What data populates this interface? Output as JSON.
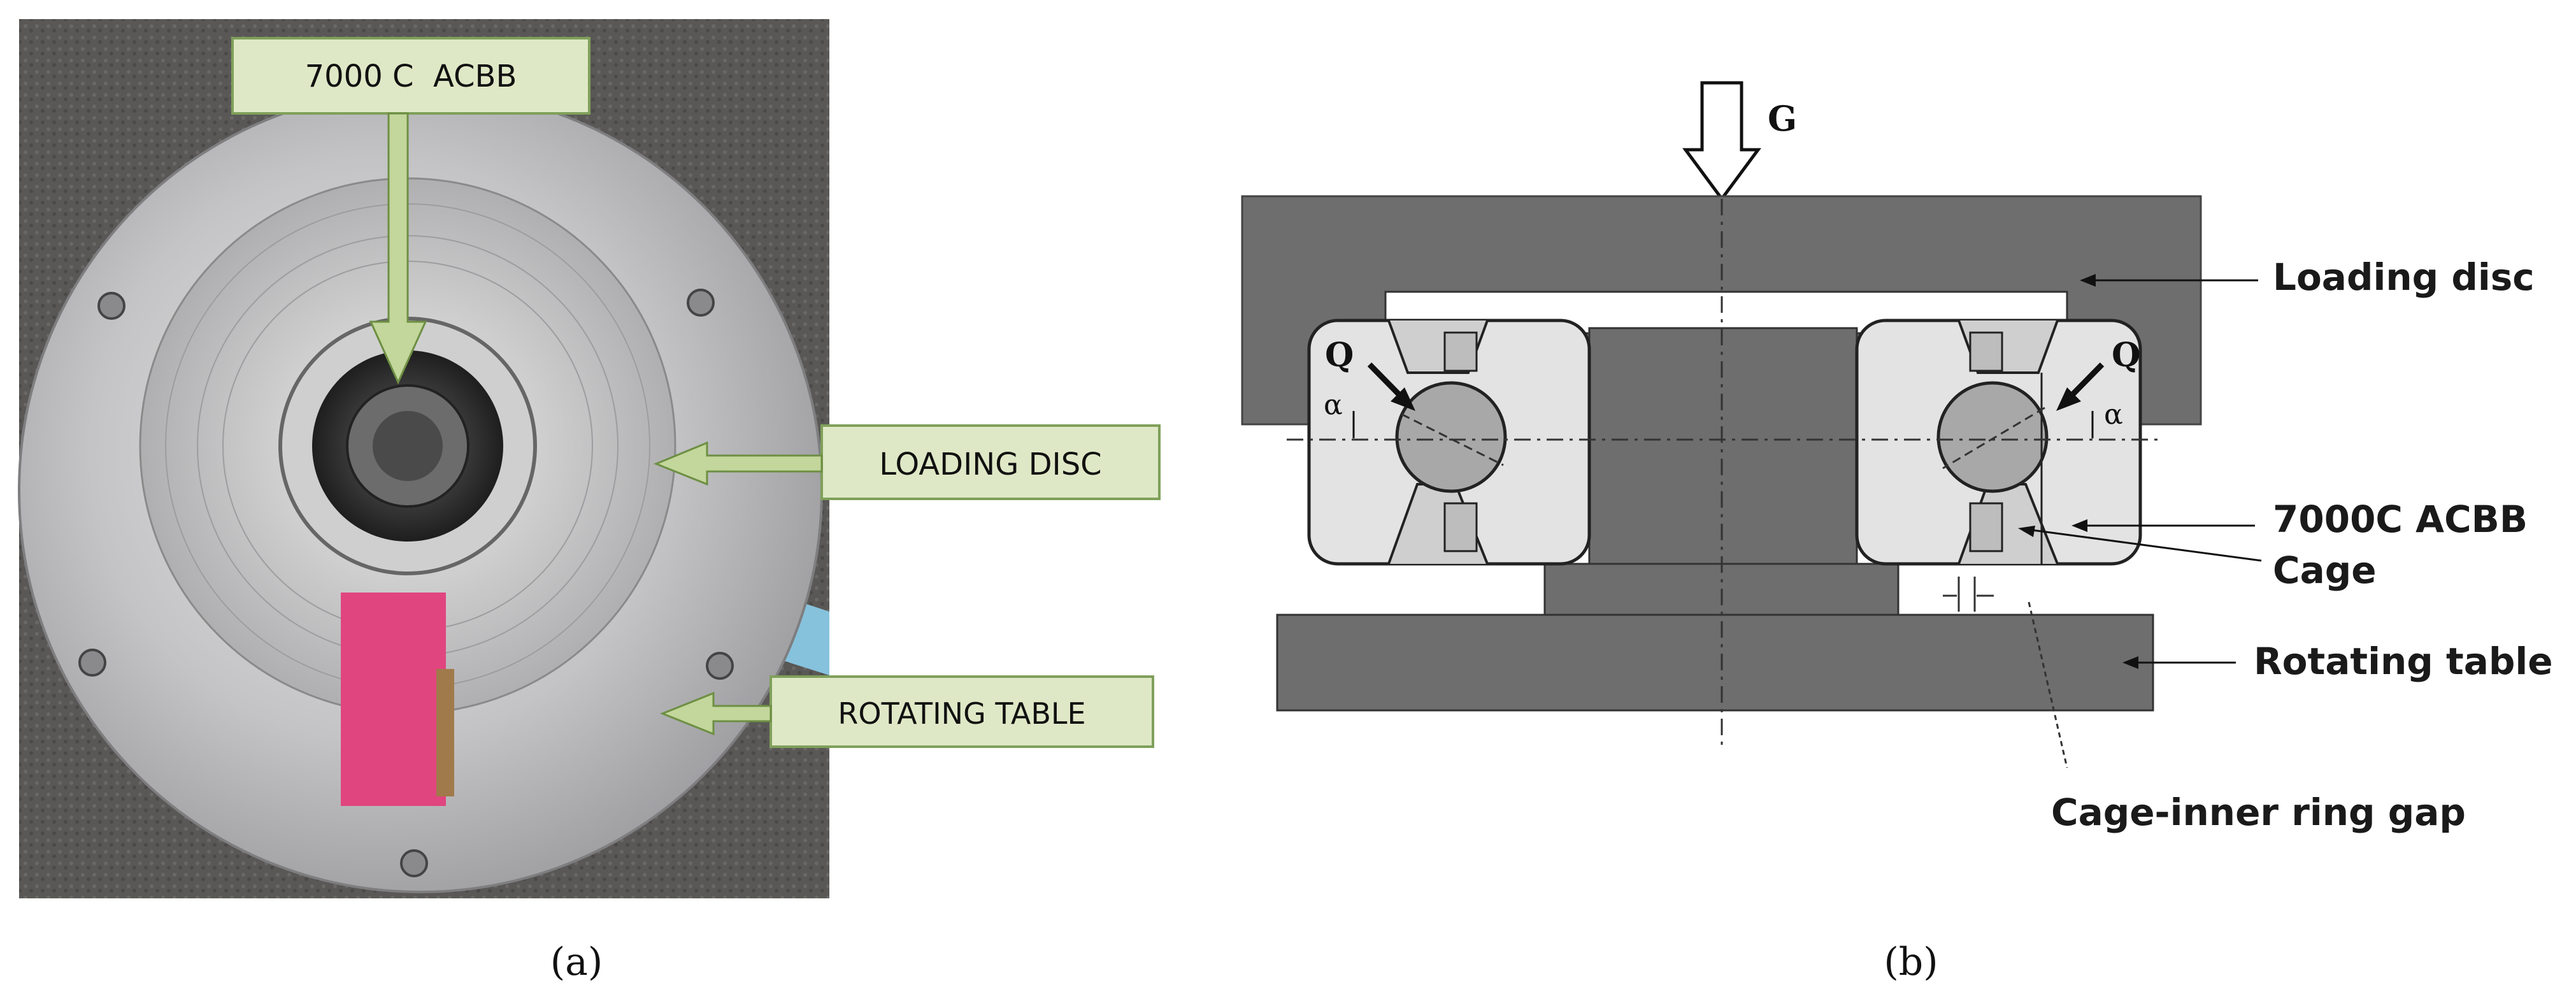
{
  "panel_a": {
    "caption": "(a)",
    "callouts": {
      "bearing": "7000 C  ACBB",
      "loading_disc": "LOADING DISC",
      "rotating_table": "ROTATING TABLE"
    }
  },
  "panel_b": {
    "caption": "(b)",
    "load_symbol": "G",
    "force_symbol": "Q",
    "angle_symbol": "α",
    "labels": {
      "loading_disc": "Loading disc",
      "bearing": "7000C ACBB",
      "cage": "Cage",
      "rotating_table": "Rotating table",
      "cage_gap": "Cage-inner ring gap"
    }
  },
  "colors": {
    "callout_bg": "#dfe8c6",
    "callout_border": "#7fa05a",
    "arrow_green": "#c3d69b",
    "dark_gray": "#6e6e6e",
    "light_gray": "#e3e3e3",
    "ball_gray": "#a8a8a8"
  }
}
